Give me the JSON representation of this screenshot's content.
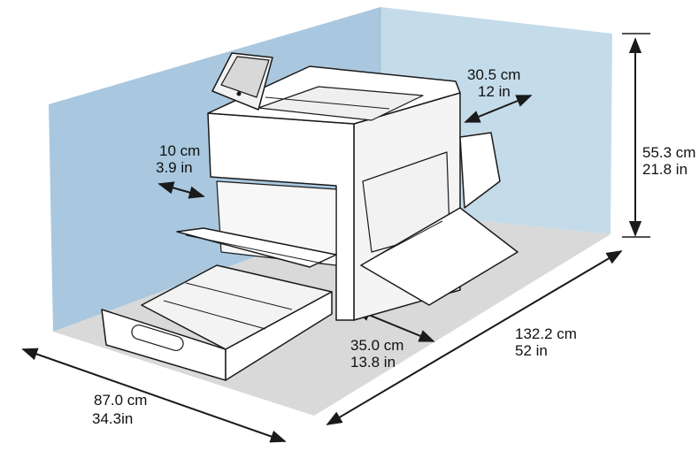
{
  "dimensions": {
    "left_clearance": {
      "cm": "10 cm",
      "in": "3.9 in"
    },
    "rear_clearance": {
      "cm": "30.5 cm",
      "in": "12 in"
    },
    "height": {
      "cm": "55.3 cm",
      "in": "21.8 in"
    },
    "front_clearance": {
      "cm": "35.0 cm",
      "in": "13.8 in"
    },
    "total_length": {
      "cm": "132.2 cm",
      "in": "52 in"
    },
    "total_width": {
      "cm": "87.0 cm",
      "in": "34.3in"
    }
  },
  "colors": {
    "wall_left": "#a9c8df",
    "wall_back": "#c4dbea",
    "floor": "#d9d9d9",
    "outline": "#1a1a1a",
    "printer_body": "#ffffff"
  }
}
